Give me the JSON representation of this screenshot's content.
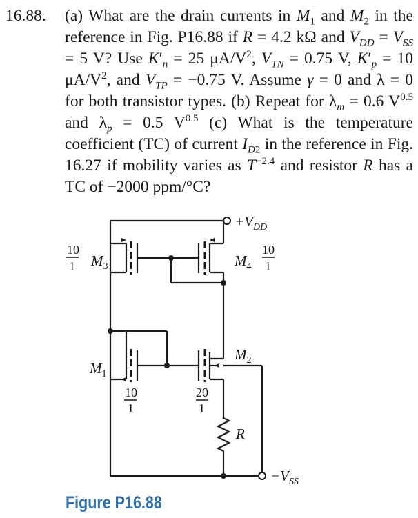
{
  "problem": {
    "number": "16.88.",
    "text_html": "(a) What are the drain currents in <i>M</i><sub>1</sub> and <i>M</i><sub>2</sub> in the reference in Fig. P16.88 if <i>R</i> = 4.2 kΩ and <i>V</i><sub><i>DD</i></sub> = <i>V</i><sub><i>SS</i></sub> = 5 V? Use <i>K</i>′<sub><i>n</i></sub> = 25 μA/V<sup>2</sup>, <i>V</i><sub><i>TN</i></sub> = 0.75 V, <i>K</i>′<sub><i>p</i></sub> = 10 μA/V<sup>2</sup>, and <i>V</i><sub><i>TP</i></sub> = −0.75 V. Assume <i>γ</i> = 0 and λ = 0 for both transistor types. (b) Repeat for λ<sub><i>m</i></sub> = 0.6 V<sup>0.5</sup> and λ<sub><i>p</i></sub> = 0.5 V<sup>0.5</sup> (c) What is the temperature coefficient (TC) of current <i>I</i><sub><i>D</i>2</sub> in the reference in Fig. 16.27 if mobility varies as <i>T</i><sup>−2.4</sup> and resistor <i>R</i> has a TC of −2000 ppm/°C?"
  },
  "circuit": {
    "vdd_label": "+V",
    "vdd_sub": "DD",
    "vss_label": "−V",
    "vss_sub": "SS",
    "m3": {
      "name": "M",
      "sub": "3",
      "ratio_num": "10",
      "ratio_den": "1"
    },
    "m4": {
      "name": "M",
      "sub": "4",
      "ratio_num": "10",
      "ratio_den": "1"
    },
    "m1": {
      "name": "M",
      "sub": "1",
      "ratio_num": "10",
      "ratio_den": "1"
    },
    "m2": {
      "name": "M",
      "sub": "2",
      "ratio_num": "20",
      "ratio_den": "1"
    },
    "r_label": "R"
  },
  "figure": {
    "caption": "Figure P16.88"
  }
}
